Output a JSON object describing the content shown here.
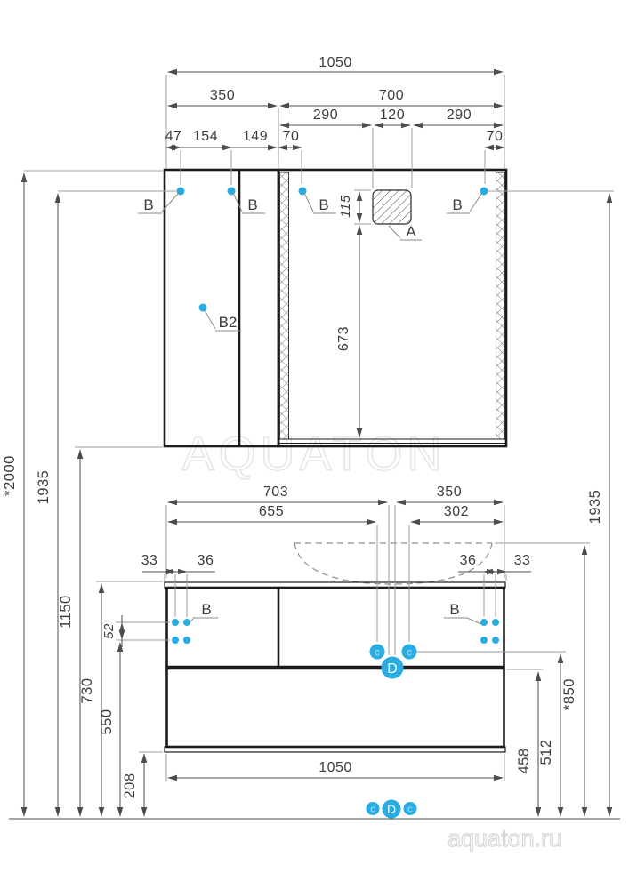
{
  "watermarks": {
    "brand": "AQUATON",
    "site": "aquaton.ru"
  },
  "colors": {
    "accent": "#29ace2",
    "outline": "#1c1c1c",
    "dim_text": "#3d3d3d",
    "watermark": "#e3e3e3"
  },
  "mirror": {
    "width_total": "1050",
    "width_left": "350",
    "width_right": "700",
    "right_segments": [
      "290",
      "120",
      "290"
    ],
    "left_segments": [
      "47",
      "154",
      "149"
    ],
    "offset_left": "70",
    "offset_right": "70",
    "cutout_height": "115",
    "cutout_to_bottom": "673",
    "label_a": "A",
    "label_b": "B",
    "label_b2": "B2"
  },
  "vanity": {
    "width_total": "1050",
    "span_left": "703",
    "span_right": "350",
    "drain_left": "655",
    "drain_right": "302",
    "edge_offset": "33",
    "hole_gap": "36",
    "hole_row_gap": "52",
    "label_b": "B",
    "label_c": "c",
    "label_d": "D"
  },
  "heights": {
    "overall": "*2000",
    "mirror_mount_left": "1935",
    "mirror_bottom": "1150",
    "vanity_top": "730",
    "vanity_mount": "550",
    "vanity_bottom": "208",
    "outlet_d": "458",
    "outlet_c": "512",
    "sink_rim": "*850",
    "mirror_mount_right": "1935"
  }
}
